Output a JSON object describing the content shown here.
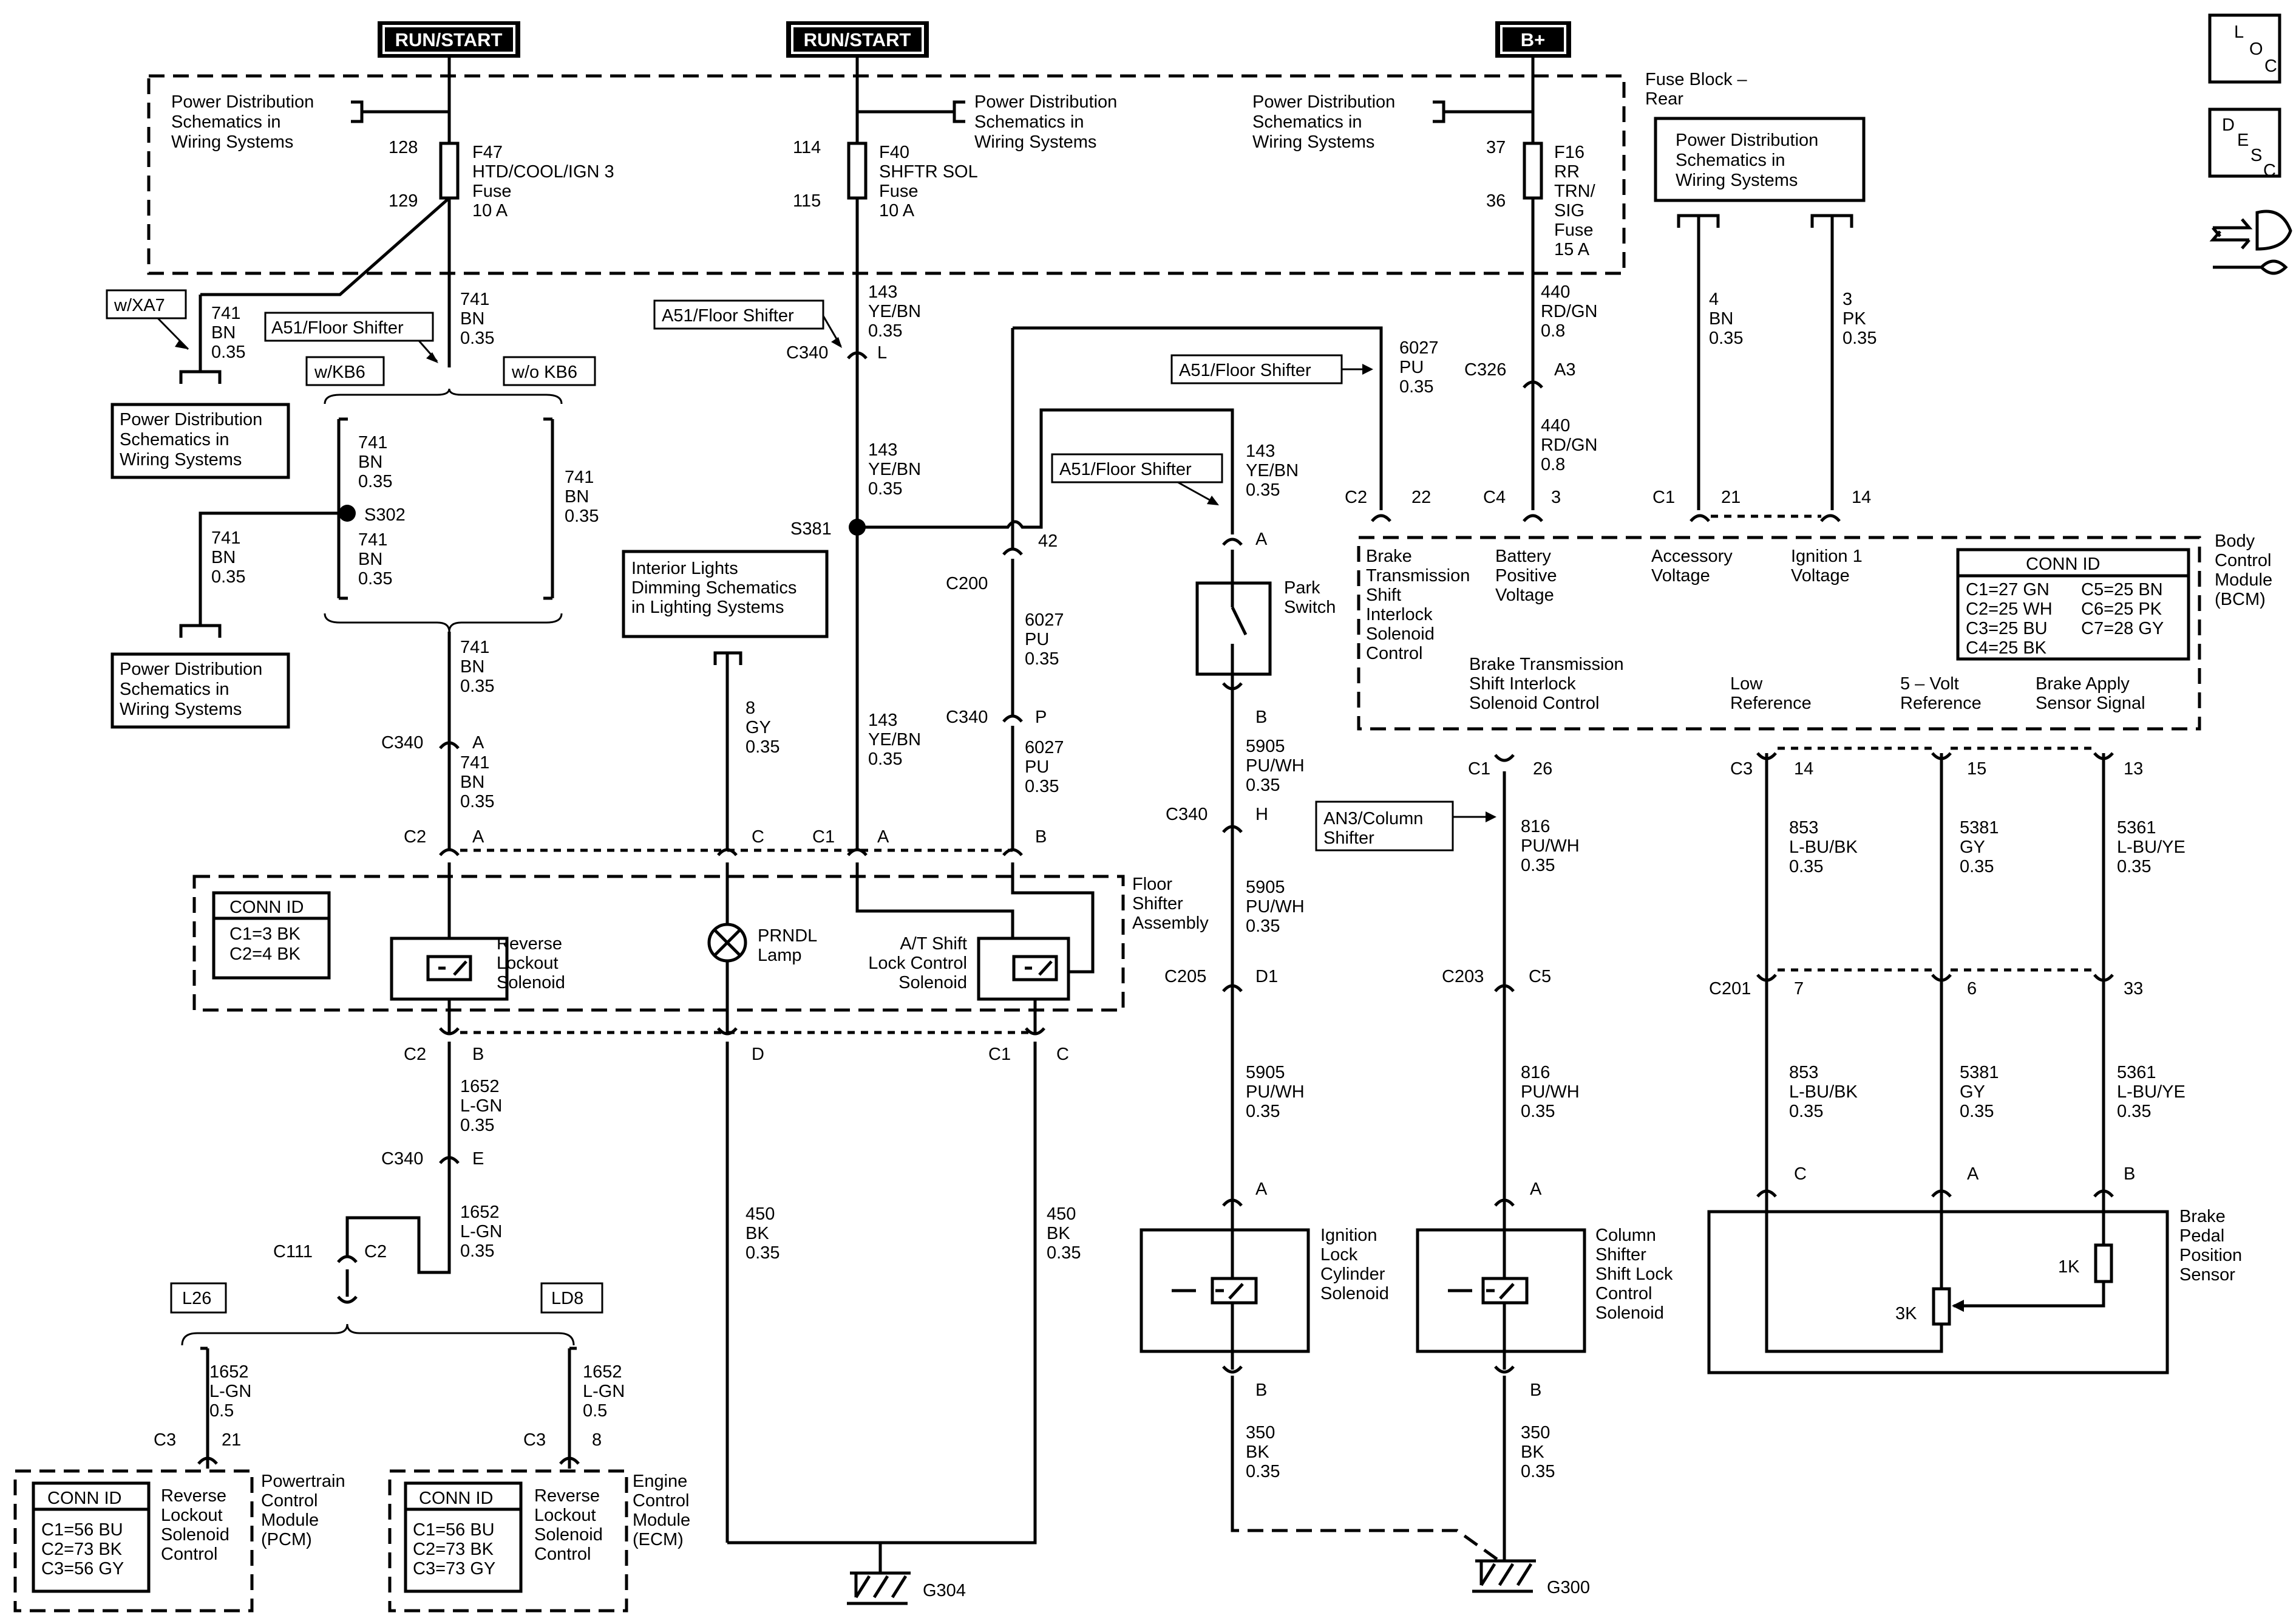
{
  "power": {
    "run_start_1": "RUN/START",
    "run_start_2": "RUN/START",
    "b_plus": "B+"
  },
  "fuse_block": {
    "line1": "Fuse Block –",
    "line2": "Rear"
  },
  "pds": {
    "l1": "Power Distribution",
    "l2": "Schematics in",
    "l3": "Wiring Systems"
  },
  "fuses": {
    "f47": {
      "top_pin": "128",
      "bot_pin": "129",
      "name": "F47",
      "desc": "HTD/COOL/IGN 3",
      "type": "Fuse",
      "amps": "10 A"
    },
    "f40": {
      "top_pin": "114",
      "bot_pin": "115",
      "name": "F40",
      "desc": "SHFTR SOL",
      "type": "Fuse",
      "amps": "10 A"
    },
    "f16": {
      "top_pin": "37",
      "bot_pin": "36",
      "name": "F16",
      "desc1": "RR",
      "desc2": "TRN/",
      "desc3": "SIG",
      "type": "Fuse",
      "amps": "15 A"
    }
  },
  "options": {
    "xa7": "w/XA7",
    "a51": "A51/Floor Shifter",
    "wkb6": "w/KB6",
    "wokb6": "w/o KB6",
    "an3_1": "AN3/Column",
    "an3_2": "Shifter",
    "l26": "L26",
    "ld8": "LD8"
  },
  "wires": {
    "w741": {
      "circuit": "741",
      "color": "BN",
      "size": "0.35"
    },
    "w143": {
      "circuit": "143",
      "color": "YE/BN",
      "size": "0.35"
    },
    "w6027": {
      "circuit": "6027",
      "color": "PU",
      "size": "0.35"
    },
    "w440": {
      "circuit": "440",
      "color": "RD/GN",
      "size": "0.8"
    },
    "w4": {
      "circuit": "4",
      "color": "BN",
      "size": "0.35"
    },
    "w3": {
      "circuit": "3",
      "color": "PK",
      "size": "0.35"
    },
    "w8": {
      "circuit": "8",
      "color": "GY",
      "size": "0.35"
    },
    "w5905": {
      "circuit": "5905",
      "color": "PU/WH",
      "size": "0.35"
    },
    "w816": {
      "circuit": "816",
      "color": "PU/WH",
      "size": "0.35"
    },
    "w853": {
      "circuit": "853",
      "color": "L-BU/BK",
      "size": "0.35"
    },
    "w5381": {
      "circuit": "5381",
      "color": "GY",
      "size": "0.35"
    },
    "w5361": {
      "circuit": "5361",
      "color": "L-BU/YE",
      "size": "0.35"
    },
    "w1652": {
      "circuit": "1652",
      "color": "L-GN",
      "size": "0.35"
    },
    "w1652b": {
      "circuit": "1652",
      "color": "L-GN",
      "size": "0.5"
    },
    "w450": {
      "circuit": "450",
      "color": "BK",
      "size": "0.35"
    },
    "w350": {
      "circuit": "350",
      "color": "BK",
      "size": "0.35"
    }
  },
  "connectors": {
    "c340": "C340",
    "c326": "C326",
    "c200": "C200",
    "c205": "C205",
    "c203": "C203",
    "c201": "C201",
    "c111": "C111",
    "c1": "C1",
    "c2": "C2",
    "c3": "C3",
    "c4": "C4",
    "s381": "S381",
    "s302": "S302",
    "g304": "G304",
    "g300": "G300",
    "pin_a": "A",
    "pin_b": "B",
    "pin_c": "C",
    "pin_d": "D",
    "pin_e": "E",
    "pin_h": "H",
    "pin_l": "L",
    "pin_p": "P",
    "pin_d1": "D1",
    "pin_c5": "C5",
    "pin_a3": "A3",
    "p42": "42",
    "p22": "22",
    "p3": "3",
    "p21": "21",
    "p14": "14",
    "p26": "26",
    "p15": "15",
    "p13": "13",
    "p7": "7",
    "p6": "6",
    "p33": "33",
    "p8": "8"
  },
  "bcm": {
    "t1": "Body",
    "t2": "Control",
    "t3": "Module",
    "t4": "(BCM)",
    "conn_id": "CONN ID",
    "ids": [
      "C1=27 GN",
      "C5=25 BN",
      "C2=25 WH",
      "C6=25 PK",
      "C3=25 BU",
      "C7=28 GY",
      "C4=25 BK"
    ],
    "btsi": [
      "Brake",
      "Transmission",
      "Shift",
      "Interlock",
      "Solenoid",
      "Control"
    ],
    "batt": [
      "Battery",
      "Positive",
      "Voltage"
    ],
    "acc": [
      "Accessory",
      "Voltage"
    ],
    "ign": [
      "Ignition 1",
      "Voltage"
    ],
    "btsi2": [
      "Brake Transmission",
      "Shift Interlock",
      "Solenoid Control"
    ],
    "lowref": [
      "Low",
      "Reference"
    ],
    "fiveref": [
      "5 – Volt",
      "Reference"
    ],
    "bapply": [
      "Brake Apply",
      "Sensor Signal"
    ]
  },
  "floor": {
    "title": [
      "Floor",
      "Shifter",
      "Assembly"
    ],
    "conn_id": "CONN ID",
    "ids": [
      "C1=3 BK",
      "C2=4 BK"
    ],
    "rev": [
      "Reverse",
      "Lockout",
      "Solenoid"
    ],
    "prndl": [
      "PRNDL",
      "Lamp"
    ],
    "at": [
      "A/T Shift",
      "Lock Control",
      "Solenoid"
    ]
  },
  "interior": [
    "Interior Lights",
    "Dimming Schematics",
    "in Lighting Systems"
  ],
  "park": [
    "Park",
    "Switch"
  ],
  "ign_lock": [
    "Ignition",
    "Lock",
    "Cylinder",
    "Solenoid"
  ],
  "col_shift": [
    "Column",
    "Shifter",
    "Shift Lock",
    "Control",
    "Solenoid"
  ],
  "bpps": {
    "label": [
      "Brake",
      "Pedal",
      "Position",
      "Sensor"
    ],
    "r1": "1K",
    "r2": "3K"
  },
  "pcm": {
    "conn_id": "CONN ID",
    "ids": [
      "C1=56 BU",
      "C2=73 BK",
      "C3=56 GY"
    ],
    "ctrl": [
      "Reverse",
      "Lockout",
      "Solenoid",
      "Control"
    ],
    "name": [
      "Powertrain",
      "Control",
      "Module",
      "(PCM)"
    ]
  },
  "ecm": {
    "conn_id": "CONN ID",
    "ids": [
      "C1=56 BU",
      "C2=73 BK",
      "C3=73 GY"
    ],
    "ctrl": [
      "Reverse",
      "Lockout",
      "Solenoid",
      "Control"
    ],
    "name": [
      "Engine",
      "Control",
      "Module",
      "(ECM)"
    ]
  },
  "corner": {
    "loc": [
      "L",
      "O",
      "C"
    ],
    "desc": [
      "D",
      "E",
      "S",
      "C"
    ]
  }
}
